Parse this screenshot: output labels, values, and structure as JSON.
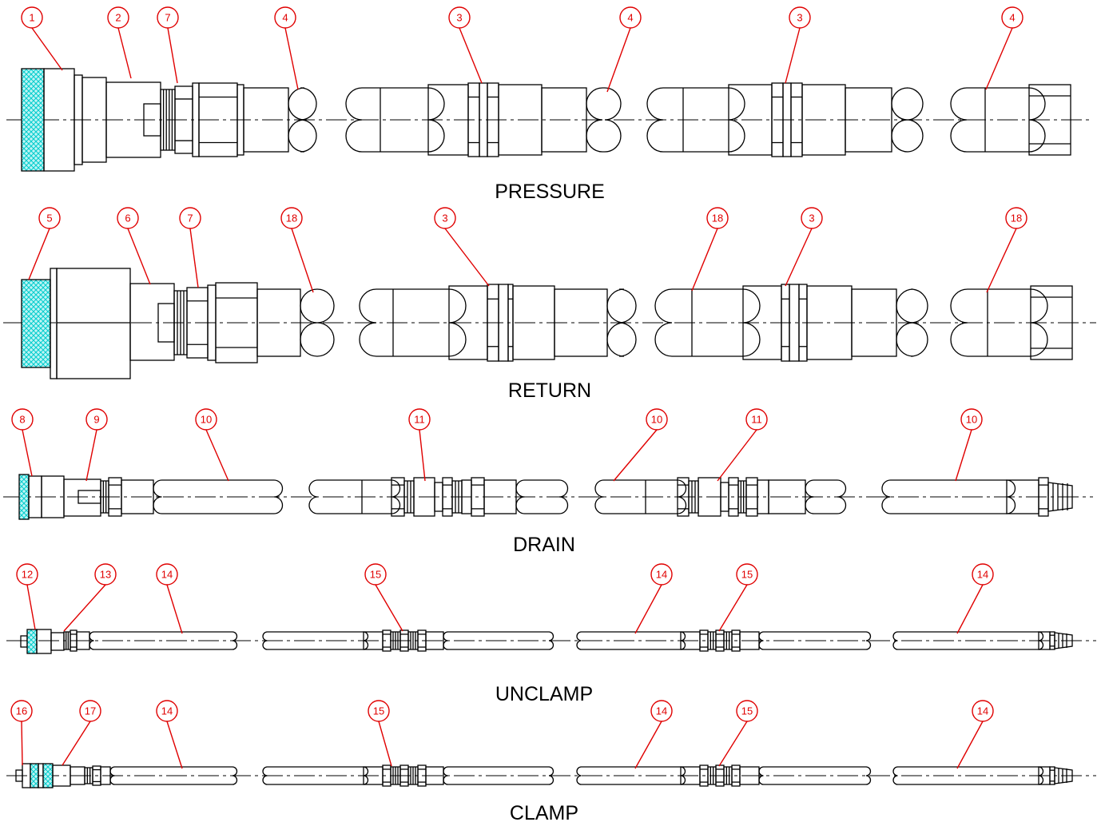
{
  "colors": {
    "line": "#000000",
    "callout": "#e00000",
    "mesh": "#00cccc",
    "mesh_fill": "#bff4f4",
    "background": "#ffffff"
  },
  "sections": [
    {
      "id": "pressure",
      "title": "PRESSURE",
      "callouts": [
        "1",
        "2",
        "7",
        "4",
        "3",
        "4",
        "3",
        "4"
      ]
    },
    {
      "id": "return",
      "title": "RETURN",
      "callouts": [
        "5",
        "6",
        "7",
        "18",
        "3",
        "18",
        "3",
        "18"
      ]
    },
    {
      "id": "drain",
      "title": "DRAIN",
      "callouts": [
        "8",
        "9",
        "10",
        "11",
        "10",
        "11",
        "10"
      ]
    },
    {
      "id": "unclamp",
      "title": "UNCLAMP",
      "callouts": [
        "12",
        "13",
        "14",
        "15",
        "14",
        "15",
        "14"
      ]
    },
    {
      "id": "clamp",
      "title": "CLAMP",
      "callouts": [
        "16",
        "17",
        "14",
        "15",
        "14",
        "15",
        "14"
      ]
    }
  ]
}
